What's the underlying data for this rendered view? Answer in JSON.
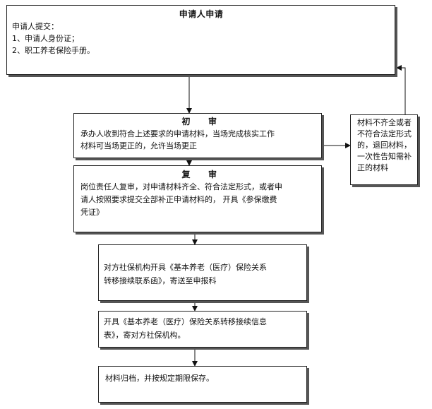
{
  "flow": {
    "application": {
      "title": "申请人申请",
      "lines": [
        "申请人提交：",
        "1、申请人身份证；",
        "2、职工养老保险手册。"
      ]
    },
    "initial_review": {
      "title": "初　　审",
      "lines": [
        "承办人收到符合上述要求的申请材料，当场完成核实工作",
        "材料可当场更正的，允许当场更正"
      ]
    },
    "rejection": {
      "lines": [
        "材料不齐全或者",
        "不符合法定形式",
        "的，退回材料，",
        "一次性告知需补",
        "正的材料"
      ]
    },
    "second_review": {
      "title": "复　　审",
      "lines": [
        "岗位责任人复审，对申请材料齐全、符合法定形式，或者申",
        "请人按照要求提交全部补正申请材料的，  开具《参保缴费",
        "凭证》"
      ]
    },
    "transfer_letter": {
      "lines": [
        "对方社保机构开具《基本养老（医疗）保险关系",
        "转移接续联系函》，寄送至申报科"
      ]
    },
    "info_table": {
      "lines": [
        "开具《基本养老（医疗）保险关系转移接续信息",
        "表》，寄对方社保机构。"
      ]
    },
    "archive": {
      "lines": [
        "材料归档，并按规定期限保存。"
      ]
    }
  }
}
